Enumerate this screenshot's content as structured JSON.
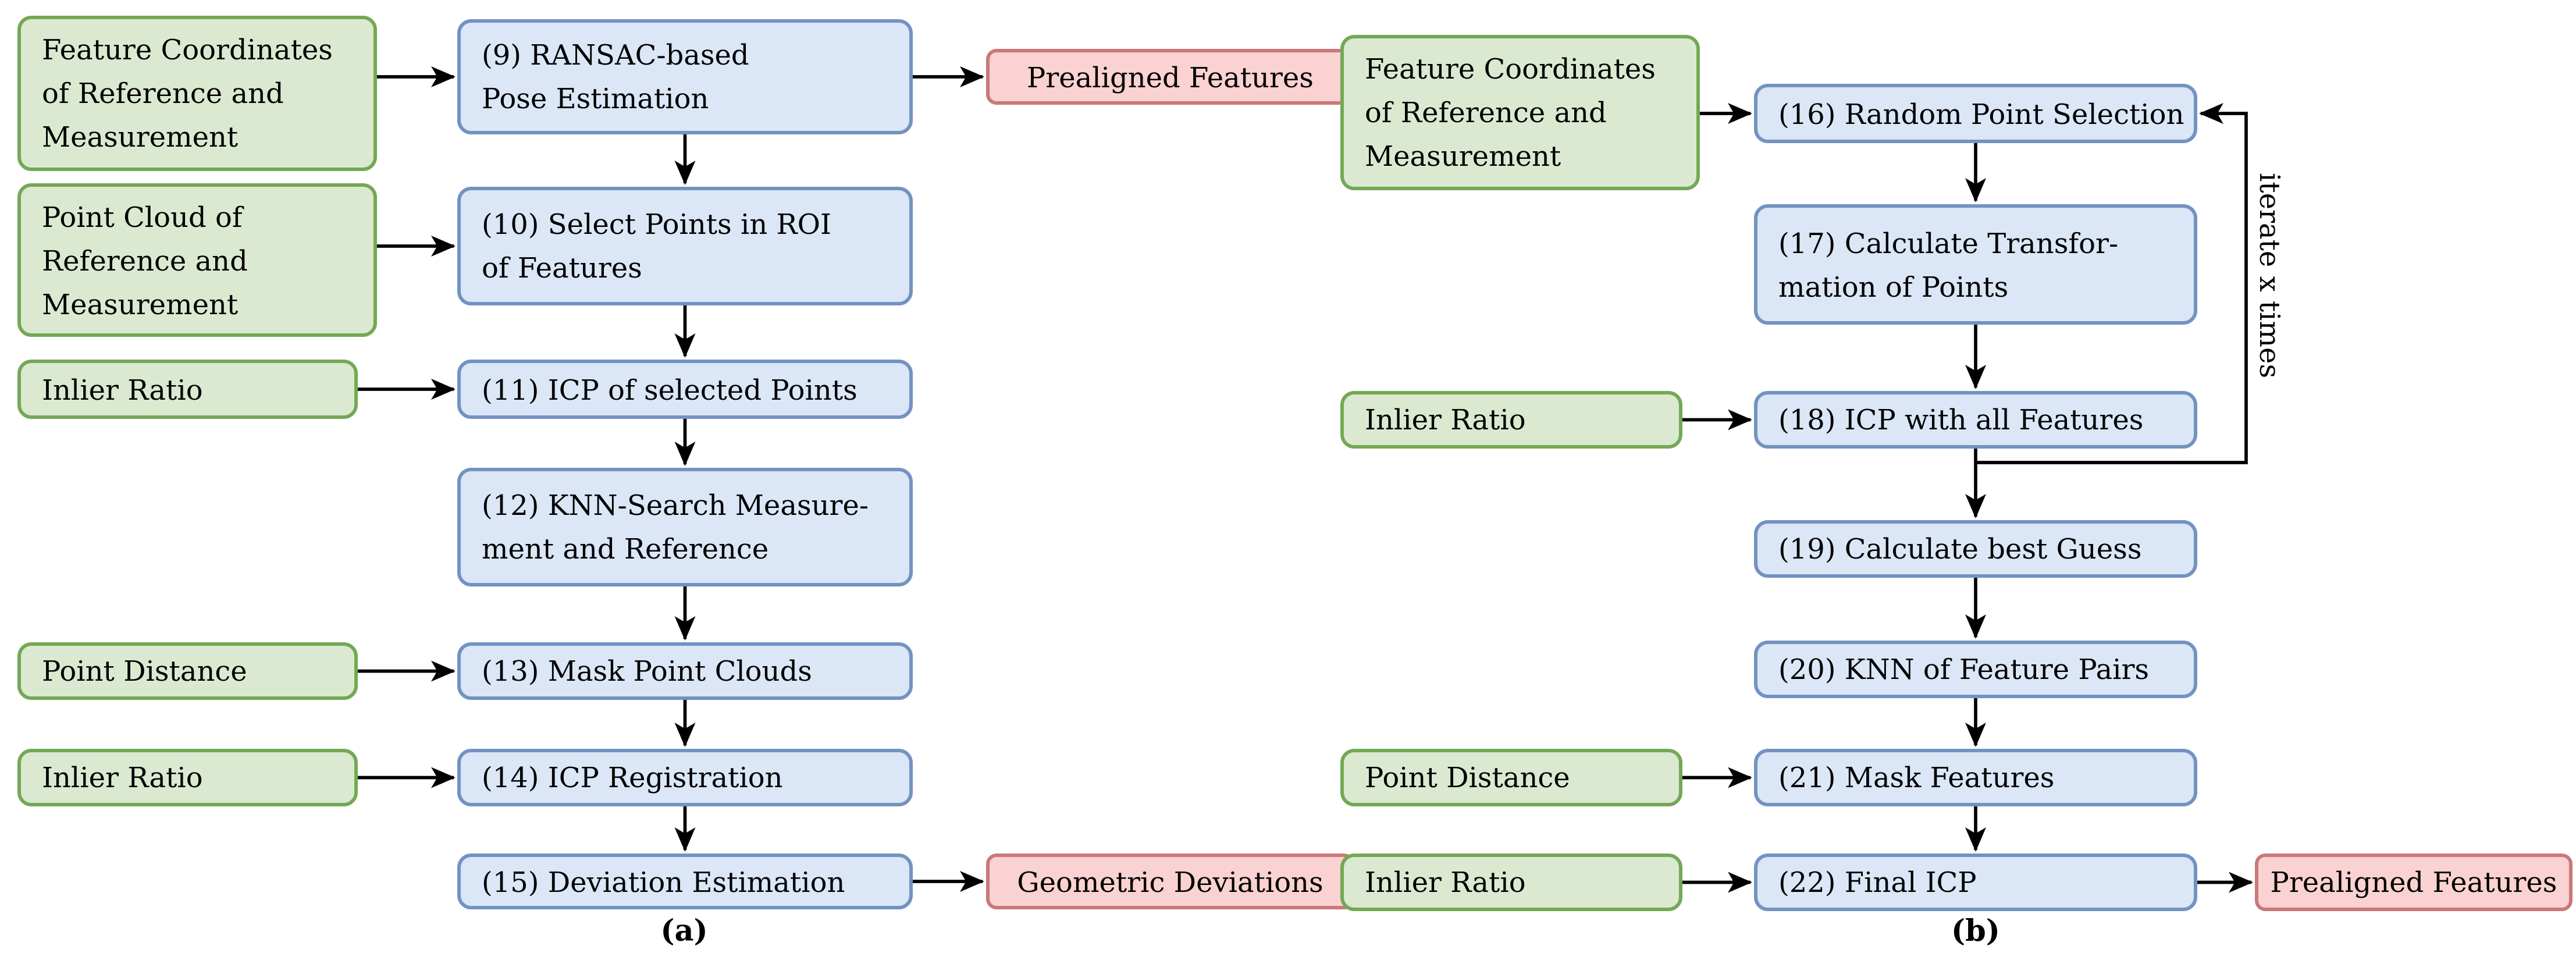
{
  "colors": {
    "input_fill": "#dbe9d1",
    "input_border": "#74a855",
    "process_fill": "#dbe6f6",
    "process_border": "#7292c2",
    "output_fill": "#fad2d2",
    "output_border": "#cb7878",
    "arrow": "#000000"
  },
  "a": {
    "caption": "(a)",
    "green_feature_coords": [
      "Feature Coordinates",
      "of Reference and",
      "Measurement"
    ],
    "green_point_cloud": [
      "Point Cloud of",
      "Reference and",
      "Measurement"
    ],
    "green_inlier_ratio_1": "Inlier Ratio",
    "green_point_distance": "Point Distance",
    "green_inlier_ratio_2": "Inlier Ratio",
    "step9": [
      "(9) RANSAC-based",
      "Pose Estimation"
    ],
    "step10": [
      "(10) Select Points in ROI",
      "of Features"
    ],
    "step11": "(11) ICP of selected Points",
    "step12": [
      "(12) KNN-Search Measure-",
      "ment and Reference"
    ],
    "step13": "(13) Mask Point Clouds",
    "step14": "(14) ICP Registration",
    "step15": "(15) Deviation Estimation",
    "out_prealigned": "Prealigned Features",
    "out_geometric": "Geometric Deviations"
  },
  "b": {
    "caption": "(b)",
    "green_feature_coords": [
      "Feature Coordinates",
      "of Reference and",
      "Measurement"
    ],
    "green_inlier_ratio_1": "Inlier Ratio",
    "green_point_distance": "Point Distance",
    "green_inlier_ratio_2": "Inlier Ratio",
    "step16": "(16) Random Point Selection",
    "step17": [
      "(17) Calculate Transfor-",
      "mation of Points"
    ],
    "step18": "(18) ICP with all Features",
    "step19": "(19) Calculate best Guess",
    "step20": "(20) KNN of Feature Pairs",
    "step21": "(21) Mask Features",
    "step22": "(22) Final ICP",
    "out_prealigned": "Prealigned Features",
    "loop_label": "iterate x times"
  }
}
